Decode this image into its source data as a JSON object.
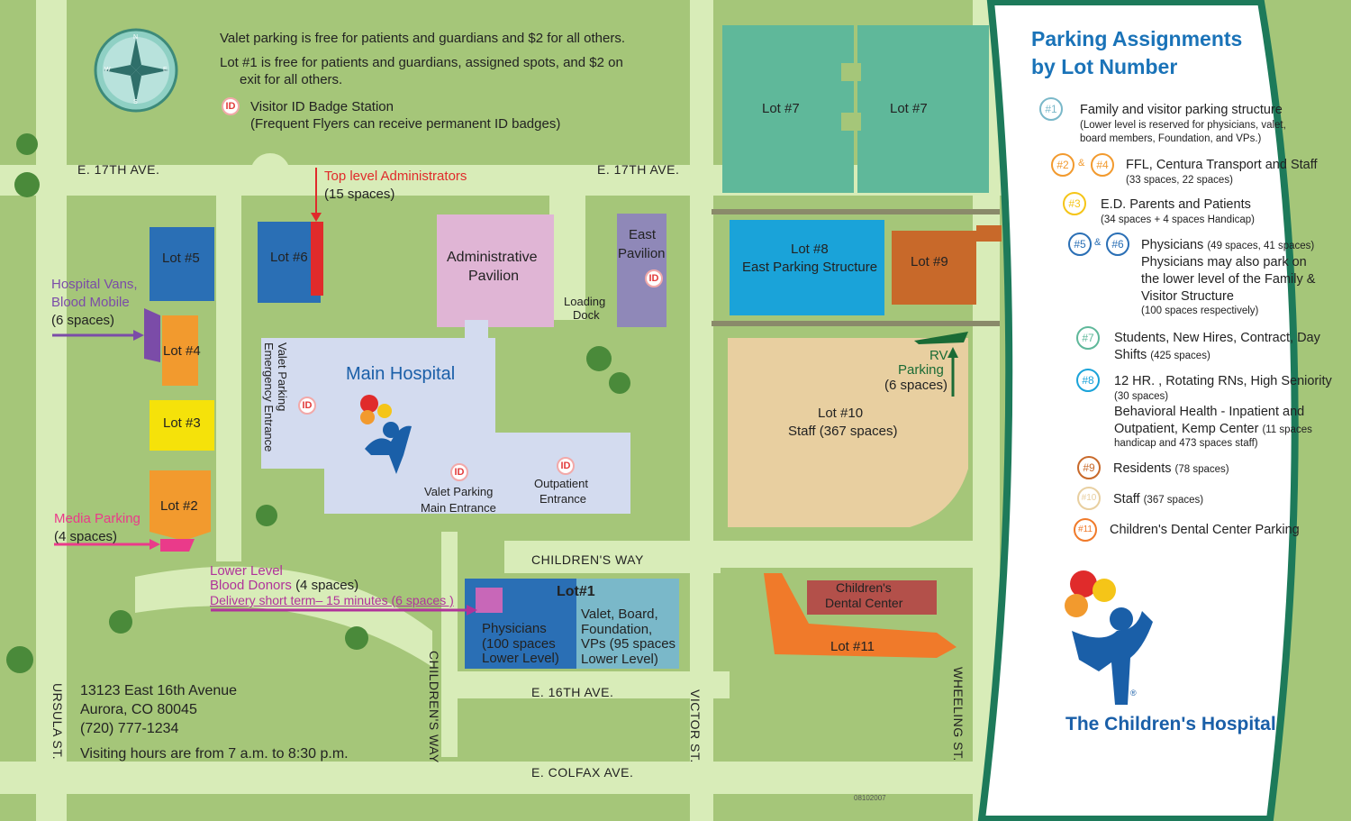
{
  "info": {
    "line1": "Valet parking is free for patients and guardians and $2 for all others.",
    "line2a": "Lot #1 is free for patients and guardians, assigned spots, and $2 on",
    "line2b": "exit for all others.",
    "badge_label": "Visitor ID Badge Station",
    "badge_note": "(Frequent Flyers can receive permanent ID badges)",
    "id_text": "ID"
  },
  "compass": {
    "n": "N",
    "s": "S",
    "e": "E",
    "w": "W"
  },
  "streets": {
    "e17_left": "E. 17TH AVE.",
    "e17_right": "E. 17TH AVE.",
    "e16": "E. 16TH AVE.",
    "colfax": "E. COLFAX AVE.",
    "childrens_way_h": "CHILDREN'S WAY",
    "childrens_way_v": "CHILDREN'S WAY",
    "ursula": "URSULA ST.",
    "victor": "VICTOR ST.",
    "wheeling": "WHEELING ST."
  },
  "lots": {
    "lot1": "Lot#1",
    "lot1_left": [
      "Physicians",
      "(100 spaces",
      "Lower Level)"
    ],
    "lot1_right": [
      "Valet, Board,",
      "Foundation,",
      "VPs (95 spaces",
      "Lower Level)"
    ],
    "lot2": "Lot #2",
    "lot3": "Lot #3",
    "lot4": "Lot #4",
    "lot5": "Lot #5",
    "lot6": "Lot #6",
    "lot7a": "Lot #7",
    "lot7b": "Lot #7",
    "lot8a": "Lot #8",
    "lot8b": "East Parking Structure",
    "lot9": "Lot #9",
    "lot10a": "Lot #10",
    "lot10b": "Staff (367 spaces)",
    "lot11": "Lot #11"
  },
  "buildings": {
    "main_hospital": "Main Hospital",
    "admin_a": "Administrative",
    "admin_b": "Pavilion",
    "east_a": "East",
    "east_b": "Pavilion",
    "loading_a": "Loading",
    "loading_b": "Dock",
    "valet_emergency": [
      "Valet Parking",
      "Emergency Entrance"
    ],
    "valet_main_a": "Valet Parking",
    "valet_main_b": "Main Entrance",
    "outpatient_a": "Outpatient",
    "outpatient_b": "Entrance",
    "dental_a": "Children's",
    "dental_b": "Dental Center"
  },
  "callouts": {
    "top_admin": "Top level Administrators",
    "top_admin_spaces": "(15 spaces)",
    "vans_a": "Hospital Vans,",
    "vans_b": "Blood Mobile",
    "vans_spaces": "(6 spaces)",
    "media": "Media Parking",
    "media_spaces": "(4 spaces)",
    "lower_level": "Lower Level",
    "blood_donors": "Blood Donors",
    "blood_spaces": "(4 spaces)",
    "delivery": "Delivery short term",
    "delivery_rest": "– 15 minutes (6 spaces )",
    "rv_a": "RV",
    "rv_b": "Parking",
    "rv_spaces": "(6 spaces)"
  },
  "address": {
    "street": "13123 East 16th Avenue",
    "city": "Aurora, CO 80045",
    "phone": "(720) 777-1234",
    "hours": "Visiting hours are from 7 a.m. to 8:30 p.m."
  },
  "legend": {
    "title_a": "Parking Assignments",
    "title_b": "by Lot Number",
    "items": [
      {
        "badge": "#1",
        "color": "#7ab8c9",
        "text": "Family and visitor parking structure",
        "sub": [
          "(Lower level is reserved for physicians, valet,",
          "board members, Foundation, and VPs.)"
        ]
      },
      {
        "badge": "#2",
        "badge2": "#4",
        "color": "#f29a2e",
        "text": "FFL, Centura Transport and Staff",
        "sub": [
          "(33 spaces, 22 spaces)"
        ]
      },
      {
        "badge": "#3",
        "color": "#f5c518",
        "text": "E.D. Parents and Patients",
        "sub": [
          "(34 spaces + 4 spaces Handicap)"
        ]
      },
      {
        "badge": "#5",
        "badge2": "#6",
        "color": "#2a6fb5",
        "text": "Physicians",
        "text_small": "(49 spaces, 41 spaces)",
        "more": [
          "Physicians may also park on",
          "the lower level of the Family &",
          "Visitor Structure"
        ],
        "sub": [
          "(100 spaces respectively)"
        ]
      },
      {
        "badge": "#7",
        "color": "#5fb89a",
        "text": "Students, New Hires, Contract, Day",
        "text2": "Shifts",
        "text2_small": "(425 spaces)"
      },
      {
        "badge": "#8",
        "color": "#1aa3d9",
        "text": "12 HR. , Rotating RNs, High Seniority",
        "sub": [
          "(30 spaces)"
        ],
        "more": [
          "Behavioral Health - Inpatient and",
          "Outpatient, Kemp Center"
        ],
        "more_small": "(11 spaces",
        "sub2": [
          "handicap and 473 spaces  staff)"
        ]
      },
      {
        "badge": "#9",
        "color": "#c8692a",
        "text": "Residents",
        "text_small": "(78 spaces)"
      },
      {
        "badge": "#10",
        "color": "#e8cfa0",
        "text": "Staff",
        "text_small": "(367 spaces)"
      },
      {
        "badge": "#11",
        "color": "#f07a2a",
        "text": "Children's Dental Center Parking"
      }
    ],
    "amp": "&"
  },
  "brand": {
    "name": "The Children's Hospital",
    "reg": "®"
  },
  "doc_code": "08102007"
}
